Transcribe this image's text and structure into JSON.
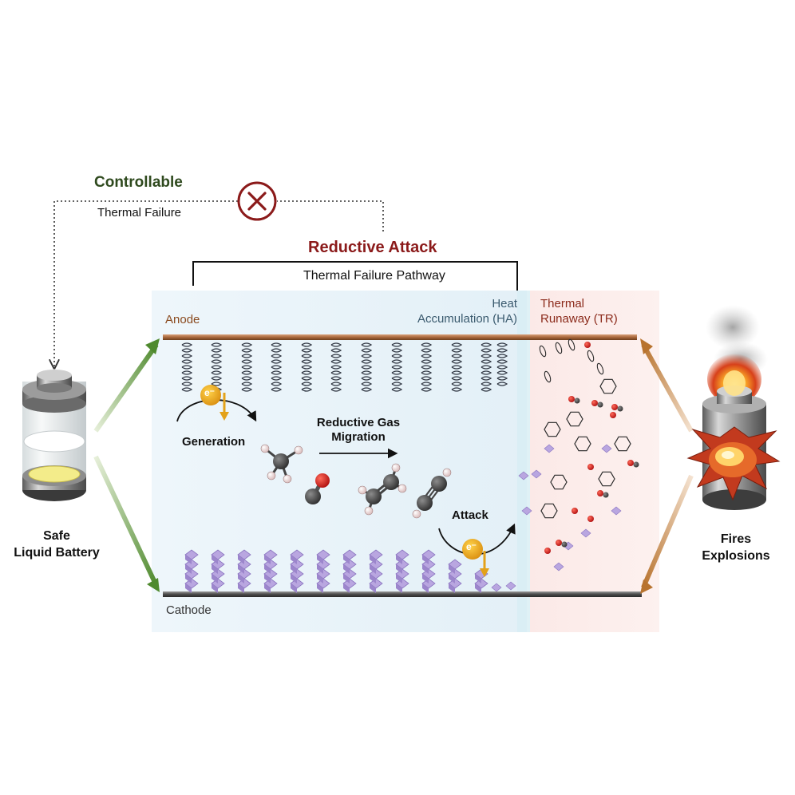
{
  "colors": {
    "dark_green": "#2f4a1e",
    "dark_red": "#8b1a1a",
    "anode_brown": "#8a4a1e",
    "heat_blue": "#3a5a6e",
    "arrow_green": "#5a8a3a",
    "arrow_orange": "#b8732e",
    "cathode_purple": "#a48fd0",
    "electron_gold": "#e3a21a"
  },
  "top": {
    "controllable": "Controllable",
    "thermal_failure": "Thermal Failure",
    "reductive_attack": "Reductive Attack",
    "pathway": "Thermal Failure Pathway"
  },
  "cell": {
    "anode": "Anode",
    "cathode": "Cathode",
    "heat_line1": "Heat",
    "heat_line2": "Accumulation (HA)",
    "runaway_line1": "Thermal",
    "runaway_line2": "Runaway (TR)",
    "electron": "e⁻",
    "generation": "Generation",
    "migration_line1": "Reductive Gas",
    "migration_line2": "Migration",
    "attack": "Attack"
  },
  "left": {
    "line1": "Safe",
    "line2": "Liquid Battery"
  },
  "right": {
    "line1": "Fires",
    "line2": "Explosions"
  },
  "icons": {
    "prohibit": "cross-circle-icon",
    "battery_safe": "battery-icon",
    "battery_fire": "burning-battery-icon"
  }
}
